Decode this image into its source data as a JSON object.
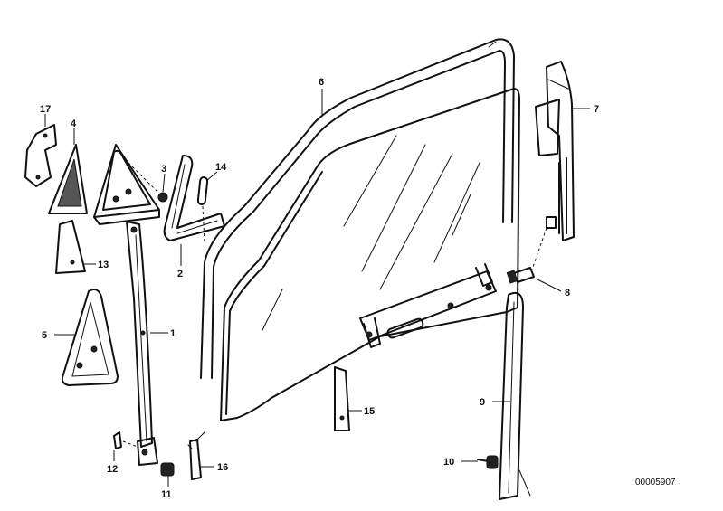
{
  "diagram": {
    "reference_number": "00005907",
    "callouts": [
      {
        "id": "c1",
        "label": "1"
      },
      {
        "id": "c2",
        "label": "2"
      },
      {
        "id": "c3",
        "label": "3"
      },
      {
        "id": "c4",
        "label": "4"
      },
      {
        "id": "c5",
        "label": "5"
      },
      {
        "id": "c6",
        "label": "6"
      },
      {
        "id": "c7",
        "label": "7"
      },
      {
        "id": "c8",
        "label": "8"
      },
      {
        "id": "c9",
        "label": "9"
      },
      {
        "id": "c10",
        "label": "10"
      },
      {
        "id": "c11",
        "label": "11"
      },
      {
        "id": "c12",
        "label": "12"
      },
      {
        "id": "c13",
        "label": "13"
      },
      {
        "id": "c14",
        "label": "14"
      },
      {
        "id": "c15",
        "label": "15"
      },
      {
        "id": "c16",
        "label": "16"
      },
      {
        "id": "c17",
        "label": "17"
      }
    ]
  }
}
